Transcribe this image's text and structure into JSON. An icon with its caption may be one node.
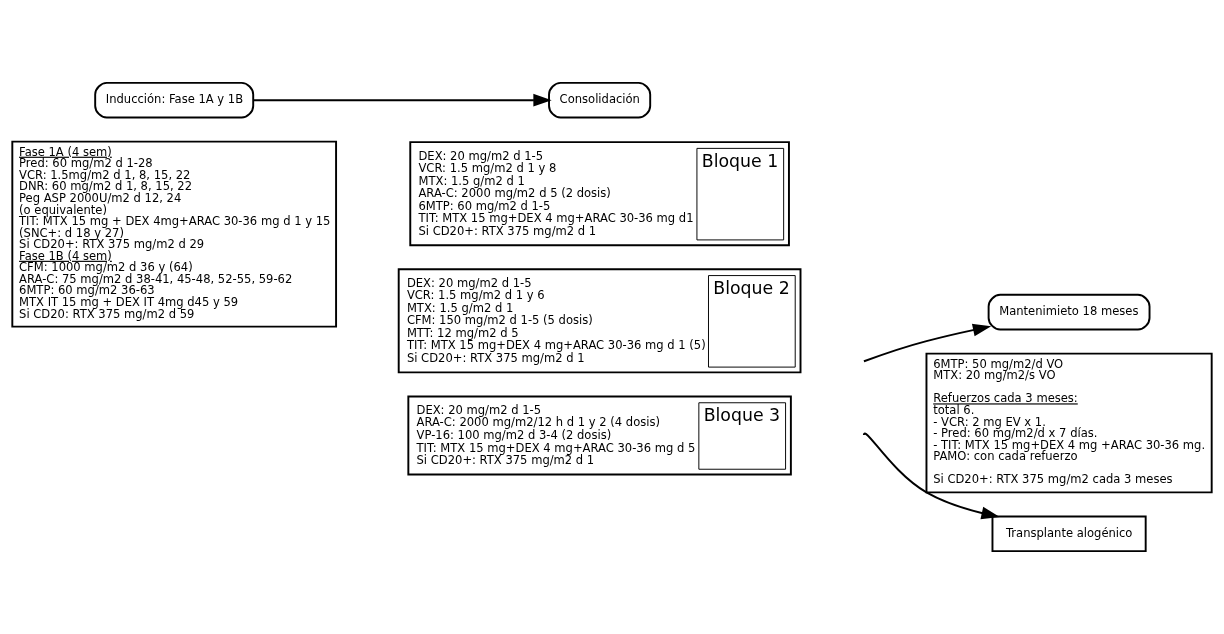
{
  "diagram": {
    "nodes": [
      {
        "text": [
          "Inducción: Fase 1A y 1B"
        ]
      },
      {
        "text": [
          "Consolidación"
        ]
      },
      {
        "text": [
          "Fase 1A (4 sem)",
          "Pred: 60 mg/m2 d 1-28",
          "VCR: 1.5mg/m2 d 1, 8, 15, 22",
          "DNR: 60 mg/m2 d 1, 8, 15, 22",
          "Peg ASP 2000U/m2 d 12, 24",
          "(o equivalente)",
          "TIT: MTX 15 mg + DEX 4mg+ARAC 30-36 mg d 1 y 15",
          "(SNC+: d 18 y 27)",
          "Si CD20+: RTX 375 mg/m2 d 29",
          "Fase 1B (4 sem)",
          "CFM: 1000 mg/m2 d 36 y (64)",
          "ARA-C: 75 mg/m2 d 38-41, 45-48, 52-55, 59-62",
          "6MTP: 60 mg/m2 36-63",
          "MTX IT 15 mg + DEX IT 4mg d45 y 59",
          "Si CD20: RTX 375 mg/m2 d 59"
        ]
      },
      {
        "text": [
          "Bloque 1",
          "DEX: 20 mg/m2 d 1-5",
          "VCR: 1.5 mg/m2 d 1 y 8",
          "MTX: 1.5 g/m2 d 1",
          "ARA-C: 2000 mg/m2 d 5 (2 dosis)",
          "6MTP: 60 mg/m2 d 1-5",
          "TIT: MTX 15 mg+DEX 4 mg+ARAC 30-36 mg d1",
          "Si CD20+: RTX 375 mg/m2 d 1"
        ]
      },
      {
        "text": [
          "Bloque 2",
          "DEX: 20 mg/m2 d 1-5",
          "VCR: 1.5 mg/m2 d 1 y 6",
          "MTX: 1.5 g/m2 d 1",
          "CFM: 150 mg/m2 d 1-5 (5 dosis)",
          "MTT: 12 mg/m2 d 5",
          "TIT: MTX 15 mg+DEX 4 mg+ARAC 30-36 mg d 1 (5)",
          "Si CD20+: RTX 375 mg/m2 d 1"
        ]
      },
      {
        "text": [
          "Bloque 3",
          "DEX: 20 mg/m2 d 1-5",
          "ARA-C: 2000 mg/m2/12 h d 1 y 2 (4 dosis)",
          "VP-16: 100 mg/m2 d 3-4 (2 dosis)",
          "TIT: MTX 15 mg+DEX 4 mg+ARAC 30-36 mg d 5",
          "Si CD20+: RTX 375 mg/m2 d 1"
        ]
      },
      {
        "text": [
          "Mantenimieto 18 meses"
        ]
      },
      {
        "text": [
          "6MTP: 50 mg/m2/d VO",
          "MTX: 20 mg/m2/s VO",
          "Refuerzos cada 3 meses:",
          "total 6.",
          "- VCR: 2 mg EV x 1.",
          "- Pred: 60 mg/m2/d x 7 días.",
          "- TIT: MTX 15 mg+DEX 4 mg +ARAC 30-36 mg.",
          "PAMO: con cada refuerzo",
          "Si CD20+: RTX 375 mg/m2 cada 3 meses"
        ]
      },
      {
        "text": [
          "Transplante alogénico"
        ]
      }
    ],
    "edges": [
      {
        "from": 0,
        "to": 1,
        "arrow": "to"
      },
      {
        "from": null,
        "to": 6,
        "arrow": "to"
      },
      {
        "from": null,
        "to": 8,
        "arrow": "to"
      }
    ]
  }
}
